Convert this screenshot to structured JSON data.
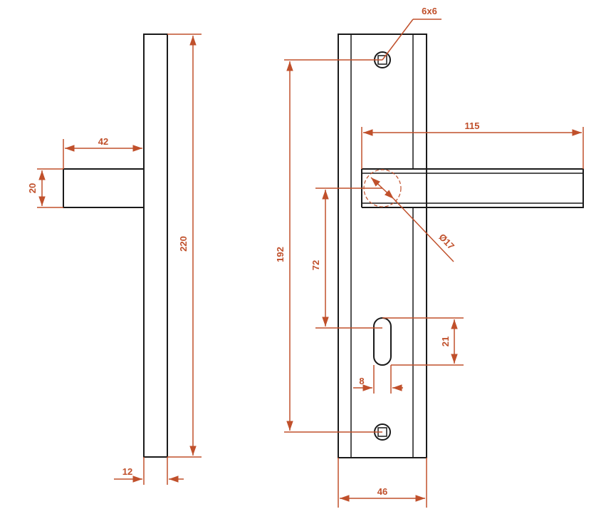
{
  "dimensions": {
    "handle_length": "42",
    "handle_thickness": "20",
    "plate_height": "220",
    "plate_thickness": "12",
    "screw_spacing": "192",
    "spindle_to_keyhole": "72",
    "keyhole_height": "21",
    "keyhole_width": "8",
    "plate_width": "46",
    "lever_length": "115",
    "rosette_diameter": "Ø17",
    "spindle_square": "6x6"
  },
  "colors": {
    "outline": "#1a1a1a",
    "dimension": "#c0502b"
  }
}
